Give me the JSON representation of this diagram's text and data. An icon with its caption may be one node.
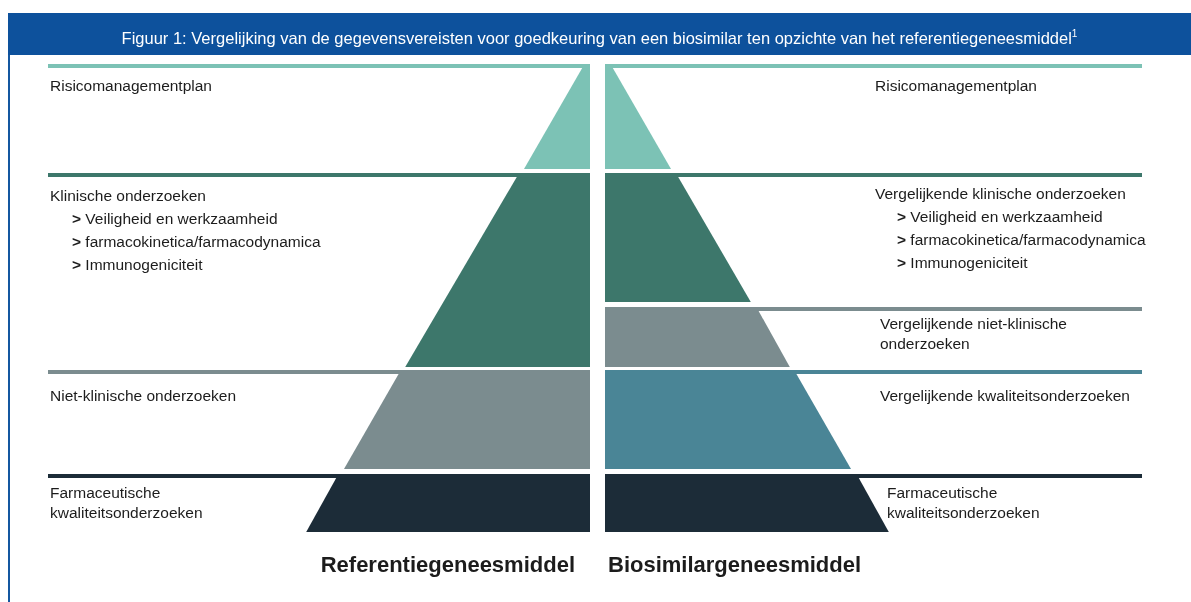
{
  "diagram": {
    "title": "Figuur 1: Vergelijking van de gegevensvereisten voor goedkeuring van een biosimilar ten opzichte van het referentiegeneesmiddel$^{1}$",
    "nodes": [
      {
        "text": [
          "Risicomanagementplan"
        ]
      },
      {
        "text": [
          "Klinische onderzoeken",
          "**>** Veiligheid en werkzaamheid",
          "**>** farmacokinetica/farmacodynamica",
          "**>** Immunogeniciteit"
        ]
      },
      {
        "text": [
          "Niet-klinische onderzoeken"
        ]
      },
      {
        "text": [
          "Farmaceutische kwaliteitsonderzoeken"
        ]
      },
      {
        "text": [
          "Risicomanagementplan"
        ]
      },
      {
        "text": [
          "Vergelijkende klinische onderzoeken",
          "**>** Veiligheid en werkzaamheid",
          "**>** farmacokinetica/farmacodynamica",
          "**>** Immunogeniciteit"
        ]
      },
      {
        "text": [
          "Vergelijkende niet-klinische onderzoeken"
        ]
      },
      {
        "text": [
          "Vergelijkende kwaliteitsonderzoeken"
        ]
      },
      {
        "text": [
          "Farmaceutische kwaliteitsonderzoeken"
        ]
      }
    ],
    "labels": [
      "Referentiegeneesmiddel",
      "Biosimilargeneesmiddel"
    ]
  }
}
